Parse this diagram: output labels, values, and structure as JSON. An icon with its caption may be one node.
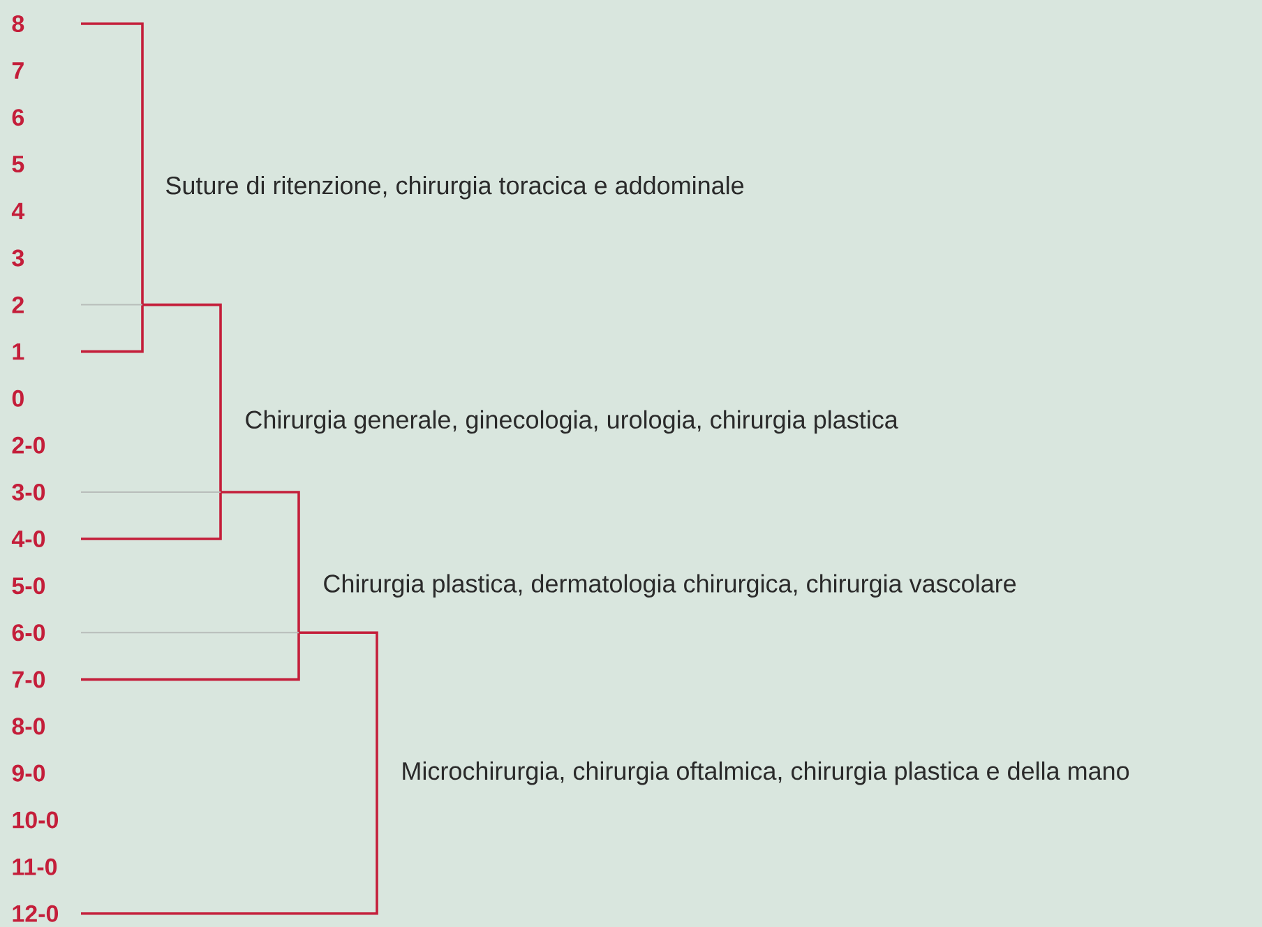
{
  "diagram": {
    "labels": [
      "8",
      "7",
      "6",
      "5",
      "4",
      "3",
      "2",
      "1",
      "0",
      "2-0",
      "3-0",
      "4-0",
      "5-0",
      "6-0",
      "7-0",
      "8-0",
      "9-0",
      "10-0",
      "11-0",
      "12-0",
      "Suture di ritenzione, chirurgia toracica e addominale",
      "Chirurgia generale, ginecologia, urologia, chirurgia plastica",
      "Chirurgia plastica, dermatologia chirurgica, chirurgia vascolare",
      "Microchirurgia, chirurgia oftalmica, chirurgia plastica e della mano"
    ]
  }
}
